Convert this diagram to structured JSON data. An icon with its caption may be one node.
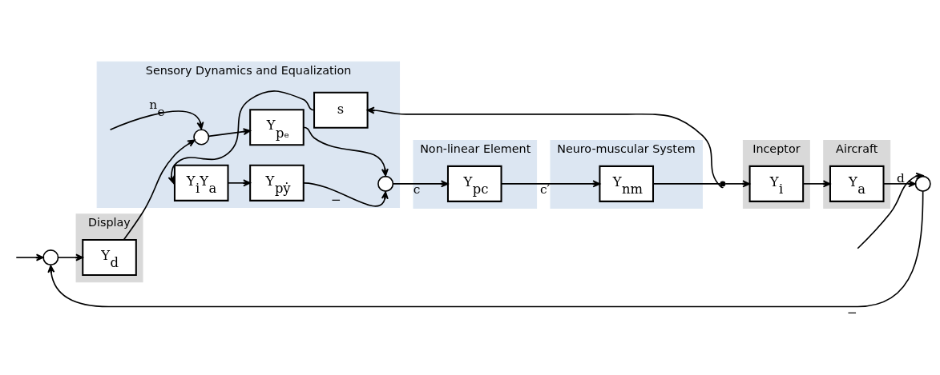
{
  "diagram": {
    "nodes": [
      {
        "text": [
          "Display"
        ]
      },
      {
        "text": [
          "Y$_{d}$"
        ],
        "in": 0
      },
      {
        "text": [
          "Sensory Dynamics and Equalization"
        ]
      },
      {
        "text": [],
        "shape": "circle",
        "in": 2
      },
      {
        "text": [
          "Y$_{pₑ}$"
        ],
        "in": 2
      },
      {
        "text": [],
        "shape": "circle",
        "in": 2
      },
      {
        "text": [
          "Y$_{i}$Y$_{a}$"
        ],
        "in": 2
      },
      {
        "text": [
          "Y$_{pẏ}$"
        ],
        "in": 2
      },
      {
        "text": [
          "s"
        ],
        "in": 2
      },
      {
        "text": [
          "Non-linear Element"
        ]
      },
      {
        "text": [
          "Y$_{pc}$"
        ],
        "in": 9
      },
      {
        "text": [
          "Neuro-muscular System"
        ]
      },
      {
        "text": [
          "Y$_{nm}$"
        ],
        "in": 11
      },
      {
        "text": [
          "Inceptor"
        ]
      },
      {
        "text": [
          "Y$_{i}$"
        ],
        "in": 13
      },
      {
        "text": [
          "Aircraft"
        ]
      },
      {
        "text": [
          "Y$_{a}$"
        ],
        "in": 15
      },
      {
        "text": [],
        "shape": "circle"
      },
      {
        "text": [],
        "shape": "circle"
      },
      {
        "text": [],
        "shape": "dot"
      }
    ],
    "edges": [
      {
        "from": null,
        "to": 17,
        "arrow": "to"
      },
      {
        "from": 17,
        "to": 1,
        "arrow": "to"
      },
      {
        "from": 1,
        "to": 3,
        "arrow": "to"
      },
      {
        "from": null,
        "to": 3,
        "arrow": "to",
        "label": "n$_{e}$"
      },
      {
        "from": 3,
        "to": 4,
        "arrow": "to"
      },
      {
        "from": 4,
        "to": 5,
        "arrow": "to"
      },
      {
        "from": 5,
        "to": 10,
        "arrow": "to",
        "label": "c"
      },
      {
        "from": 6,
        "to": 7,
        "arrow": "to"
      },
      {
        "from": 7,
        "to": 5,
        "arrow": "to",
        "label": "−"
      },
      {
        "from": 10,
        "to": 12,
        "arrow": "to",
        "label": "c′"
      },
      {
        "from": 12,
        "to": 19,
        "arrow": "none"
      },
      {
        "from": 19,
        "to": 14,
        "arrow": "to"
      },
      {
        "from": 19,
        "to": 8,
        "arrow": "to"
      },
      {
        "from": 8,
        "to": 6,
        "arrow": "to"
      },
      {
        "from": 14,
        "to": 16,
        "arrow": "to"
      },
      {
        "from": 16,
        "to": 18,
        "arrow": "to"
      },
      {
        "from": null,
        "to": 18,
        "arrow": "to",
        "label": "d"
      },
      {
        "from": 18,
        "to": 17,
        "arrow": "to",
        "label": "−"
      }
    ]
  }
}
